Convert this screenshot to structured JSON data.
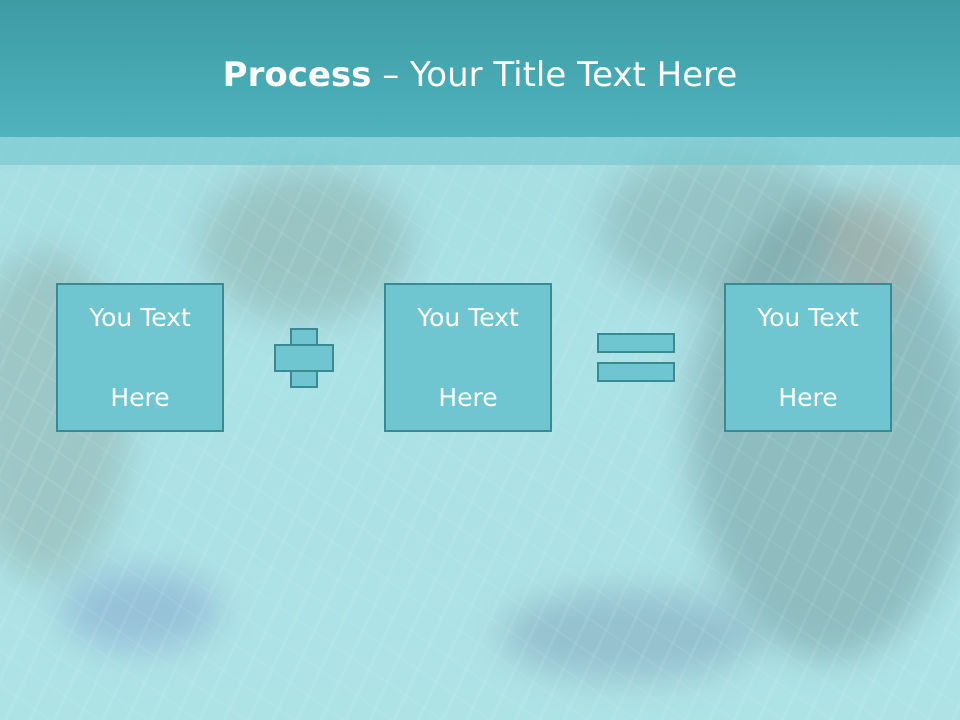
{
  "title": {
    "bold": "Process",
    "separator": " – ",
    "rest": "Your Title Text Here"
  },
  "boxes": [
    {
      "line1": "You Text",
      "line2": "Here"
    },
    {
      "line1": "You Text",
      "line2": "Here"
    },
    {
      "line1": "You Text",
      "line2": "Here"
    }
  ],
  "operators": {
    "first": "plus-icon",
    "second": "equals-icon"
  },
  "colors": {
    "title_bar": "#4fb3bd",
    "box_fill": "#6fc6d0",
    "box_border": "#3a8a93",
    "text": "#ffffff"
  }
}
